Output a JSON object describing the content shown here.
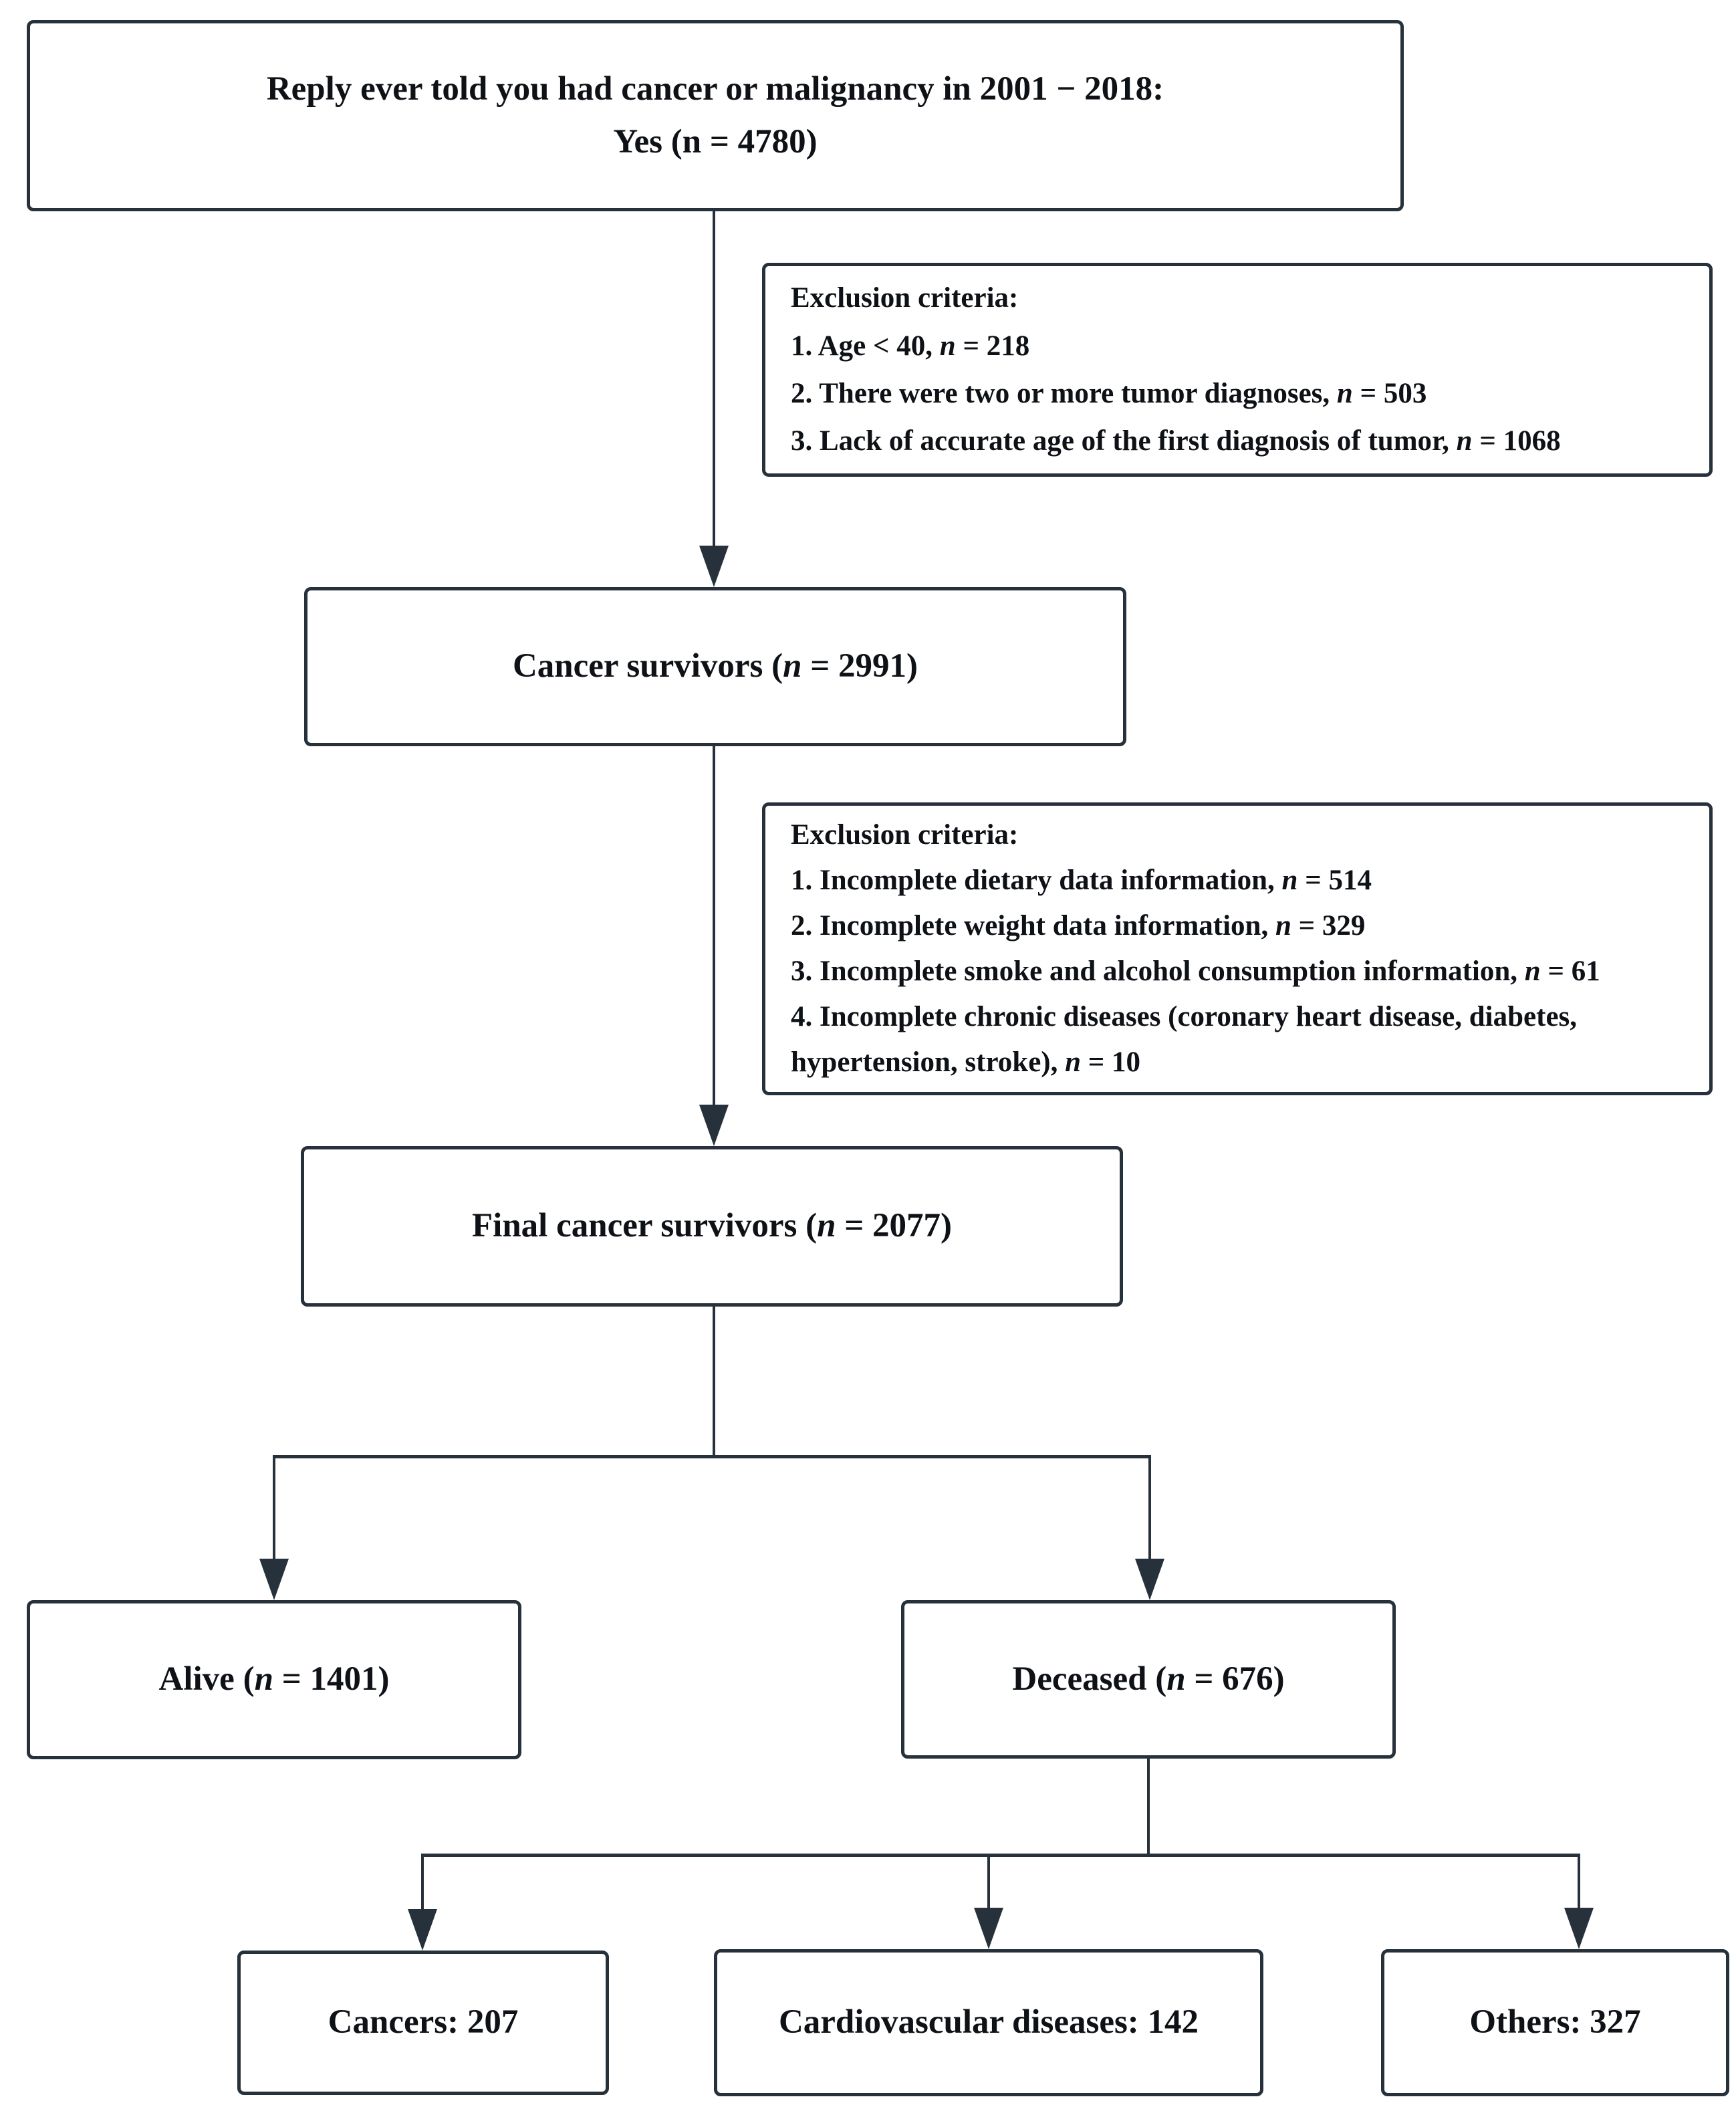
{
  "diagram": {
    "initial": {
      "line1": "Reply ever told you had cancer or malignancy in 2001 − 2018:",
      "line2": "Yes (n = 4780)"
    },
    "exclusion1": {
      "title": "Exclusion criteria:",
      "items": [
        {
          "pre": "1. Age < 40, ",
          "n": "n",
          "post": " = 218"
        },
        {
          "pre": "2. There were two or more tumor diagnoses, ",
          "n": "n",
          "post": " = 503"
        },
        {
          "pre": "3. Lack of accurate age of the first diagnosis of tumor, ",
          "n": "n",
          "post": " = 1068"
        }
      ]
    },
    "survivors": {
      "pre": "Cancer survivors (",
      "n": "n",
      "post": " = 2991)"
    },
    "exclusion2": {
      "title": "Exclusion criteria:",
      "items": [
        {
          "pre": "1. Incomplete dietary data information, ",
          "n": "n",
          "post": " = 514"
        },
        {
          "pre": "2. Incomplete weight data information, ",
          "n": "n",
          "post": " = 329"
        },
        {
          "pre": "3. Incomplete smoke and alcohol consumption information, ",
          "n": "n",
          "post": " = 61"
        },
        {
          "pre": "4. Incomplete chronic diseases (coronary heart disease, diabetes, hypertension, stroke), ",
          "n": "n",
          "post": " = 10"
        }
      ]
    },
    "final": {
      "pre": "Final cancer survivors (",
      "n": "n",
      "post": " = 2077)"
    },
    "alive": {
      "pre": "Alive (",
      "n": "n",
      "post": " = 1401)"
    },
    "deceased": {
      "pre": "Deceased (",
      "n": "n",
      "post": " = 676)"
    },
    "outcomes": [
      {
        "label": "Cancers: 207"
      },
      {
        "label": "Cardiovascular diseases: 142"
      },
      {
        "label": "Others: 327"
      }
    ]
  },
  "colors": {
    "line": "#27313b",
    "text": "#0e1116",
    "background": "#ffffff"
  }
}
